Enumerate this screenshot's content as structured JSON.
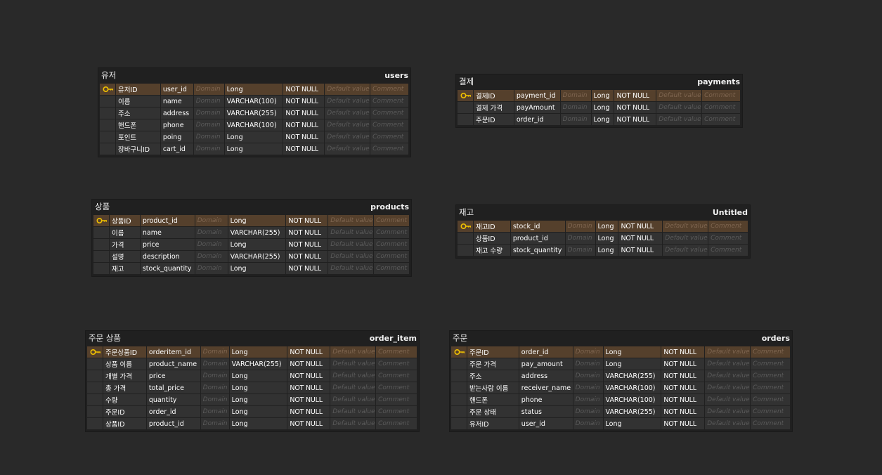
{
  "placeholders": {
    "domain": "Domain",
    "default": "Default value",
    "comment": "Comment"
  },
  "tables": [
    {
      "id": "users",
      "logical": "유저",
      "physical": "users",
      "rows": [
        {
          "pk": true,
          "logical": "유저ID",
          "physical": "user_id",
          "type": "Long",
          "null": "NOT NULL"
        },
        {
          "pk": false,
          "logical": "이름",
          "physical": "name",
          "type": "VARCHAR(100)",
          "null": "NOT NULL"
        },
        {
          "pk": false,
          "logical": "주소",
          "physical": "address",
          "type": "VARCHAR(255)",
          "null": "NOT NULL"
        },
        {
          "pk": false,
          "logical": "핸드폰",
          "physical": "phone",
          "type": "VARCHAR(100)",
          "null": "NOT NULL"
        },
        {
          "pk": false,
          "logical": "포인트",
          "physical": "poing",
          "type": "Long",
          "null": "NOT NULL"
        },
        {
          "pk": false,
          "logical": "장바구니ID",
          "physical": "cart_id",
          "type": "Long",
          "null": "NOT NULL"
        }
      ]
    },
    {
      "id": "payments",
      "logical": "결제",
      "physical": "payments",
      "rows": [
        {
          "pk": true,
          "logical": "결제ID",
          "physical": "payment_id",
          "type": "Long",
          "null": "NOT NULL"
        },
        {
          "pk": false,
          "logical": "결제 가격",
          "physical": "payAmount",
          "type": "Long",
          "null": "NOT NULL"
        },
        {
          "pk": false,
          "logical": "주문ID",
          "physical": "order_id",
          "type": "Long",
          "null": "NOT NULL"
        }
      ]
    },
    {
      "id": "products",
      "logical": "상품",
      "physical": "products",
      "rows": [
        {
          "pk": true,
          "logical": "상품ID",
          "physical": "product_id",
          "type": "Long",
          "null": "NOT NULL"
        },
        {
          "pk": false,
          "logical": "이름",
          "physical": "name",
          "type": "VARCHAR(255)",
          "null": "NOT NULL"
        },
        {
          "pk": false,
          "logical": "가격",
          "physical": "price",
          "type": "Long",
          "null": "NOT NULL"
        },
        {
          "pk": false,
          "logical": "설명",
          "physical": "description",
          "type": "VARCHAR(255)",
          "null": "NOT NULL"
        },
        {
          "pk": false,
          "logical": "재고",
          "physical": "stock_quantity",
          "type": "Long",
          "null": "NOT NULL"
        }
      ]
    },
    {
      "id": "untitled",
      "logical": "재고",
      "physical": "Untitled",
      "rows": [
        {
          "pk": true,
          "logical": "재고ID",
          "physical": "stock_id",
          "type": "Long",
          "null": "NOT NULL"
        },
        {
          "pk": false,
          "logical": "상품ID",
          "physical": "product_id",
          "type": "Long",
          "null": "NOT NULL"
        },
        {
          "pk": false,
          "logical": "재고 수량",
          "physical": "stock_quantity",
          "type": "Long",
          "null": "NOT NULL"
        }
      ]
    },
    {
      "id": "order_item",
      "logical": "주문 상품",
      "physical": "order_item",
      "rows": [
        {
          "pk": true,
          "logical": "주문상품ID",
          "physical": "orderitem_id",
          "type": "Long",
          "null": "NOT NULL"
        },
        {
          "pk": false,
          "logical": "상품 이름",
          "physical": "product_name",
          "type": "VARCHAR(255)",
          "null": "NOT NULL"
        },
        {
          "pk": false,
          "logical": "개별 가격",
          "physical": "price",
          "type": "Long",
          "null": "NOT NULL"
        },
        {
          "pk": false,
          "logical": "총 가격",
          "physical": "total_price",
          "type": "Long",
          "null": "NOT NULL"
        },
        {
          "pk": false,
          "logical": "수량",
          "physical": "quantity",
          "type": "Long",
          "null": "NOT NULL"
        },
        {
          "pk": false,
          "logical": "주문ID",
          "physical": "order_id",
          "type": "Long",
          "null": "NOT NULL"
        },
        {
          "pk": false,
          "logical": "상품ID",
          "physical": "product_id",
          "type": "Long",
          "null": "NOT NULL"
        }
      ]
    },
    {
      "id": "orders",
      "logical": "주문",
      "physical": "orders",
      "rows": [
        {
          "pk": true,
          "logical": "주문ID",
          "physical": "order_id",
          "type": "Long",
          "null": "NOT NULL"
        },
        {
          "pk": false,
          "logical": "주문 가격",
          "physical": "pay_amount",
          "type": "Long",
          "null": "NOT NULL"
        },
        {
          "pk": false,
          "logical": "주소",
          "physical": "address",
          "type": "VARCHAR(255)",
          "null": "NOT NULL"
        },
        {
          "pk": false,
          "logical": "받는사람 이름",
          "physical": "receiver_name",
          "type": "VARCHAR(100)",
          "null": "NOT NULL"
        },
        {
          "pk": false,
          "logical": "핸드폰",
          "physical": "phone",
          "type": "VARCHAR(100)",
          "null": "NOT NULL"
        },
        {
          "pk": false,
          "logical": "주문 상태",
          "physical": "status",
          "type": "VARCHAR(255)",
          "null": "NOT NULL"
        },
        {
          "pk": false,
          "logical": "유저ID",
          "physical": "user_id",
          "type": "Long",
          "null": "NOT NULL"
        }
      ]
    }
  ]
}
